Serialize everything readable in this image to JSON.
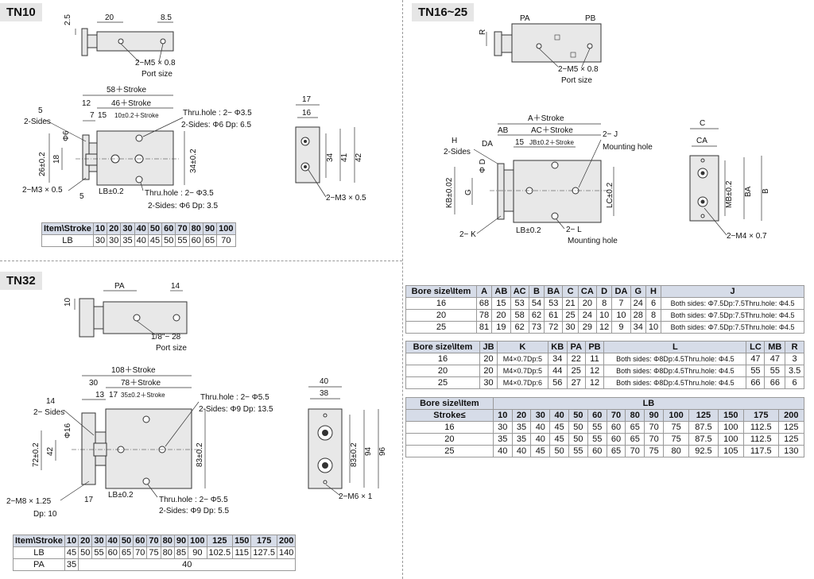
{
  "tn10": {
    "title": "TN10",
    "top_view": {
      "dim_20": "20",
      "dim_8_5": "8.5",
      "dim_2_5": "2.5",
      "port_label": "2−M5 × 0.8",
      "port_size": "Port size"
    },
    "front_view": {
      "dim_58": "58＋Stroke",
      "dim_46": "46＋Stroke",
      "dim_12": "12",
      "dim_7": "7",
      "dim_15": "15",
      "dim_10_stroke": "10±0.2＋Stroke",
      "dim_5_top": "5",
      "sides_2": "2-Sides",
      "phi6": "Φ6",
      "dim_26": "26±0.2",
      "dim_18": "18",
      "dim_34": "34±0.2",
      "m3_left": "2−M3 × 0.5",
      "dim_5_bot": "5",
      "lb": "LB±0.2",
      "thru_top_1": "Thru.hole : 2− Φ3.5",
      "thru_top_2": "2-Sides: Φ6 Dp: 6.5",
      "thru_bot_1": "Thru.hole : 2− Φ3.5",
      "thru_bot_2": "2-Sides: Φ6 Dp: 3.5"
    },
    "side_view": {
      "dim_17": "17",
      "dim_16": "16",
      "dim_34": "34",
      "dim_41": "41",
      "dim_42": "42",
      "m3": "2−M3 × 0.5"
    },
    "table": {
      "header": [
        "Item\\Stroke",
        "10",
        "20",
        "30",
        "40",
        "50",
        "60",
        "70",
        "80",
        "90",
        "100"
      ],
      "rows": [
        [
          "LB",
          "30",
          "30",
          "35",
          "40",
          "45",
          "50",
          "55",
          "60",
          "65",
          "70"
        ]
      ]
    }
  },
  "tn16": {
    "title": "TN16~25",
    "top_view": {
      "pa": "PA",
      "pb": "PB",
      "r": "R",
      "port_label": "2−M5 × 0.8",
      "port_size": "Port size"
    },
    "front_view": {
      "a": "A＋Stroke",
      "ab": "AB",
      "ac": "AC＋Stroke",
      "da": "DA",
      "h": "H",
      "sides_2": "2-Sides",
      "dim_15": "15",
      "jb": "JB±0.2＋Stroke",
      "phi_d": "Φ D",
      "kb": "KB±0.02",
      "g": "G",
      "lc": "LC±0.2",
      "k": "2− K",
      "lb": "LB±0.2",
      "l": "2− L",
      "mount_bot": "Mounting hole",
      "j": "2− J",
      "mount_top": "Mounting hole"
    },
    "side_view": {
      "c": "C",
      "ca": "CA",
      "mb": "MB±0.2",
      "ba": "BA",
      "b": "B",
      "m4": "2−M4 × 0.7"
    },
    "table1": {
      "header": [
        "Bore size\\Item",
        "A",
        "AB",
        "AC",
        "B",
        "BA",
        "C",
        "CA",
        "D",
        "DA",
        "G",
        "H",
        "J"
      ],
      "rows": [
        [
          "16",
          "68",
          "15",
          "53",
          "54",
          "53",
          "21",
          "20",
          "8",
          "7",
          "24",
          "6",
          "Both sides: Φ7.5Dp:7.5Thru.hole: Φ4.5"
        ],
        [
          "20",
          "78",
          "20",
          "58",
          "62",
          "61",
          "25",
          "24",
          "10",
          "10",
          "28",
          "8",
          "Both sides: Φ7.5Dp:7.5Thru.hole: Φ4.5"
        ],
        [
          "25",
          "81",
          "19",
          "62",
          "73",
          "72",
          "30",
          "29",
          "12",
          "9",
          "34",
          "10",
          "Both sides: Φ7.5Dp:7.5Thru.hole: Φ4.5"
        ]
      ]
    },
    "table2": {
      "header": [
        "Bore size\\Item",
        "JB",
        "K",
        "KB",
        "PA",
        "PB",
        "L",
        "LC",
        "MB",
        "R"
      ],
      "rows": [
        [
          "16",
          "20",
          "M4×0.7Dp:5",
          "34",
          "22",
          "11",
          "Both sides: Φ8Dp:4.5Thru.hole: Φ4.5",
          "47",
          "47",
          "3"
        ],
        [
          "20",
          "20",
          "M4×0.7Dp:5",
          "44",
          "25",
          "12",
          "Both sides: Φ8Dp:4.5Thru.hole: Φ4.5",
          "55",
          "55",
          "3.5"
        ],
        [
          "25",
          "30",
          "M4×0.7Dp:6",
          "56",
          "27",
          "12",
          "Both sides: Φ8Dp:4.5Thru.hole: Φ4.5",
          "66",
          "66",
          "6"
        ]
      ]
    },
    "table3": {
      "header_top": [
        "Bore size\\Item",
        "LB"
      ],
      "header": [
        "Stroke≤",
        "10",
        "20",
        "30",
        "40",
        "50",
        "60",
        "70",
        "80",
        "90",
        "100",
        "125",
        "150",
        "175",
        "200"
      ],
      "rows": [
        [
          "16",
          "30",
          "35",
          "40",
          "45",
          "50",
          "55",
          "60",
          "65",
          "70",
          "75",
          "87.5",
          "100",
          "112.5",
          "125"
        ],
        [
          "20",
          "35",
          "35",
          "40",
          "45",
          "50",
          "55",
          "60",
          "65",
          "70",
          "75",
          "87.5",
          "100",
          "112.5",
          "125"
        ],
        [
          "25",
          "40",
          "40",
          "45",
          "50",
          "55",
          "60",
          "65",
          "70",
          "75",
          "80",
          "92.5",
          "105",
          "117.5",
          "130"
        ]
      ]
    }
  },
  "tn32": {
    "title": "TN32",
    "top_view": {
      "pa": "PA",
      "dim_14": "14",
      "dim_10": "10",
      "port_label": "1/8\"− 28",
      "port_size": "Port size"
    },
    "front_view": {
      "dim_108": "108＋Stroke",
      "dim_78": "78＋Stroke",
      "dim_30": "30",
      "dim_13": "13",
      "dim_17": "17",
      "dim_35_stroke": "35±0.2＋Stroke",
      "dim_14": "14",
      "sides_2": "2− Sides",
      "phi16": "Φ16",
      "dim_72": "72±0.2",
      "dim_42": "42",
      "dim_83": "83±0.2",
      "m8": "2−M8 × 1.25",
      "dp10": "Dp: 10",
      "dim_17_bot": "17",
      "lb": "LB±0.2",
      "thru_top_1": "Thru.hole : 2− Φ5.5",
      "thru_top_2": "2-Sides: Φ9 Dp: 13.5",
      "thru_bot_1": "Thru.hole : 2− Φ5.5",
      "thru_bot_2": "2-Sides: Φ9 Dp: 5.5"
    },
    "side_view": {
      "dim_40": "40",
      "dim_38": "38",
      "dim_83": "83±0.2",
      "dim_94": "94",
      "dim_96": "96",
      "m6": "2−M6 × 1"
    },
    "table": {
      "header": [
        "Item\\Stroke",
        "10",
        "20",
        "30",
        "40",
        "50",
        "60",
        "70",
        "80",
        "90",
        "100",
        "125",
        "150",
        "175",
        "200"
      ],
      "rows": [
        [
          "LB",
          "45",
          "50",
          "55",
          "60",
          "65",
          "70",
          "75",
          "80",
          "85",
          "90",
          "102.5",
          "115",
          "127.5",
          "140"
        ]
      ],
      "pa_label": "PA",
      "pa_first": "35",
      "pa_rest": "40"
    }
  }
}
